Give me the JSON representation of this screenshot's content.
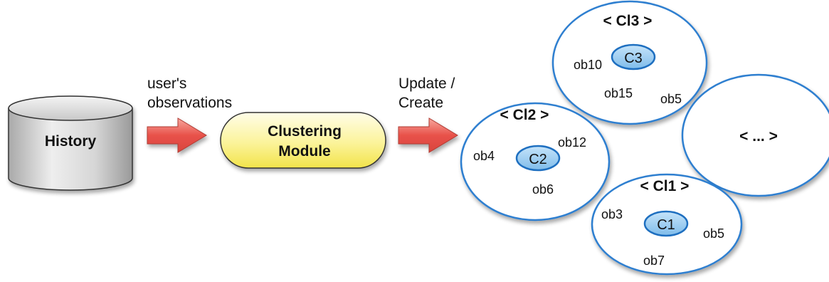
{
  "history": {
    "label": "History"
  },
  "arrow1": {
    "line1": "user's",
    "line2": "observations"
  },
  "module": {
    "line1": "Clustering",
    "line2": "Module"
  },
  "arrow2": {
    "line1": "Update /",
    "line2": "Create"
  },
  "clusters": {
    "cl2": {
      "title": "< Cl2 >",
      "centroid": "C2",
      "obs": [
        "ob4",
        "ob12",
        "ob6"
      ]
    },
    "cl3": {
      "title": "< Cl3 >",
      "centroid": "C3",
      "obs": [
        "ob10",
        "ob5",
        "ob15"
      ]
    },
    "more": {
      "title": "< ... >"
    },
    "cl1": {
      "title": "< Cl1 >",
      "centroid": "C1",
      "obs": [
        "ob3",
        "ob5",
        "ob7"
      ]
    }
  },
  "colors": {
    "cluster_stroke": "#2f7fd0",
    "centroid_fill": "#8fc6ee",
    "centroid_stroke": "#1e6fc0",
    "arrow_fill": "#e8524a",
    "module_fill_top": "#fffde0",
    "module_fill_bottom": "#f6ec5c"
  }
}
